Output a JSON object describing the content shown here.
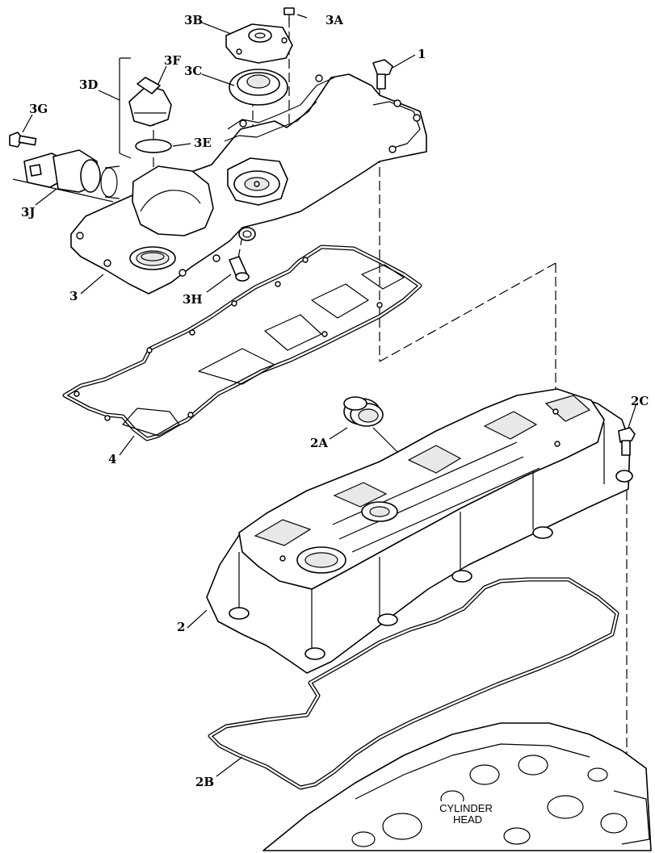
{
  "callouts": {
    "c1": "1",
    "c2": "2",
    "c2A": "2A",
    "c2B": "2B",
    "c2C": "2C",
    "c3": "3",
    "c3A": "3A",
    "c3B": "3B",
    "c3C": "3C",
    "c3D": "3D",
    "c3E": "3E",
    "c3F": "3F",
    "c3G": "3G",
    "c3H": "3H",
    "c3J": "3J",
    "c4": "4"
  },
  "cylinder_head": {
    "line1": "CYLINDER",
    "line2": "HEAD"
  }
}
